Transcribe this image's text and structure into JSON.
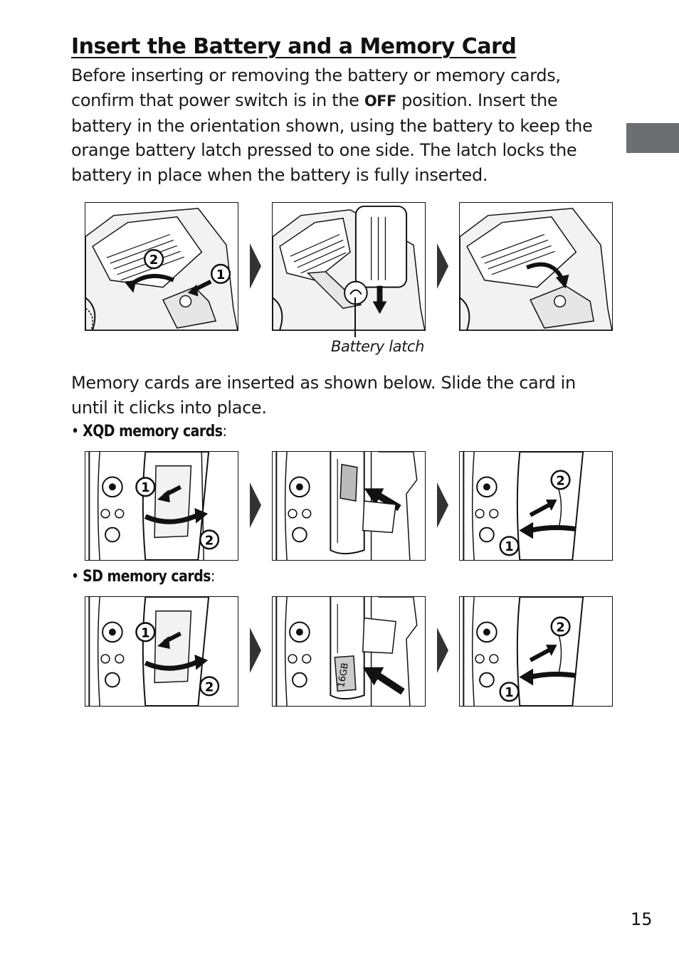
{
  "title": "Insert the Battery and a Memory Card",
  "intro": {
    "line1": "Before inserting or removing the battery or memory cards,",
    "line2_before": "confirm that power switch is in the ",
    "line2_off": "OFF",
    "line2_after": " position.  Insert the",
    "line3": "battery in the orientation shown, using the battery to keep the",
    "line4": "orange battery latch pressed to one side.  The latch locks the",
    "line5": "battery in place when the battery is fully inserted."
  },
  "battery_latch_label": "Battery latch",
  "cards_text": {
    "line1": "Memory cards are inserted as shown below.  Slide the card in",
    "line2": "until it clicks into place."
  },
  "xqd": {
    "bullet": "•",
    "label": "XQD memory cards",
    "colon": ":"
  },
  "sd": {
    "bullet": "•",
    "label": "SD memory cards",
    "colon": ":",
    "card_text": "16GB"
  },
  "step_numbers": {
    "one": "1",
    "two": "2"
  },
  "page_number": "15",
  "colors": {
    "section_tab": "#6d6e71",
    "figure_stroke": "#111111",
    "figure_shade": "#e6e6e6"
  },
  "icons": {
    "sequence_arrow": "right-triangle-icon",
    "step_marker": "circled-number-icon"
  }
}
